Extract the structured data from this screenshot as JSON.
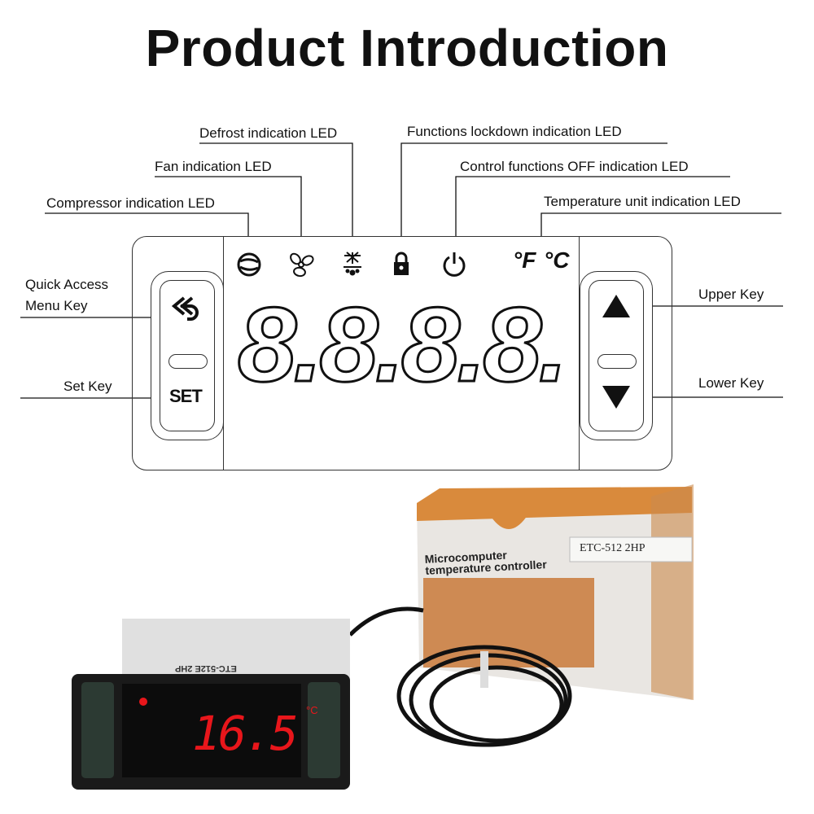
{
  "title": "Product Introduction",
  "callouts": {
    "compressor": "Compressor  indication LED",
    "fan": "Fan indication LED",
    "defrost": "Defrost indication LED",
    "lockdown": "Functions lockdown indication LED",
    "off": "Control functions OFF indication LED",
    "unit": "Temperature unit indication LED",
    "quick_access_1": "Quick Access",
    "quick_access_2": "Menu Key",
    "set_key": "Set Key",
    "upper_key": "Upper Key",
    "lower_key": "Lower Key"
  },
  "panel": {
    "display": "8.8.8.8.",
    "unit_f": "°F",
    "unit_c": "°C",
    "set_label": "SET",
    "icons": [
      "compressor-icon",
      "fan-icon",
      "defrost-icon",
      "lock-icon",
      "power-icon"
    ]
  },
  "photo": {
    "box_line1": "Microcomputer",
    "box_line2": "temperature controller",
    "box_model": "ETC-512 2HP",
    "device_model": "ETC-512E 2HP",
    "device_reading": "16.5",
    "device_unit": "°C"
  },
  "colors": {
    "led_red": "#e8161b",
    "box_orange": "#d98a3c"
  }
}
